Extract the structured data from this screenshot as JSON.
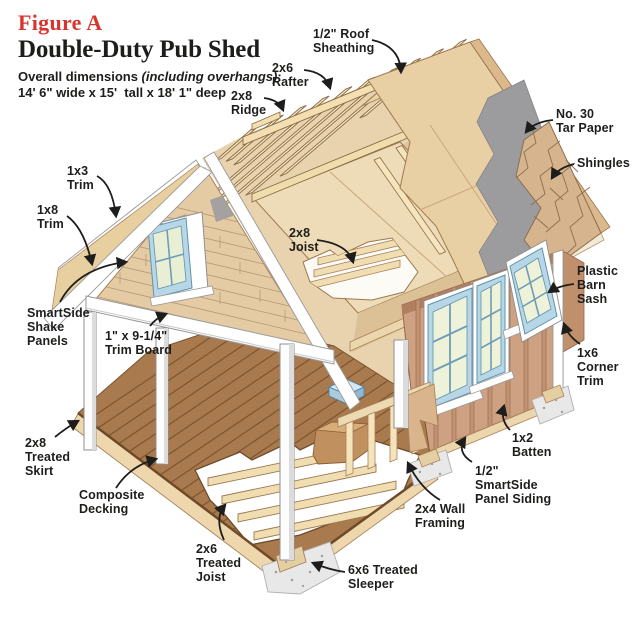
{
  "figure_label": "Figure A",
  "title": "Double-Duty Pub Shed",
  "subtitle": {
    "bold": "Overall dimensions ",
    "italic": "(including overhangs)",
    "tail": ":",
    "line2": "14' 6\" wide x 15'  tall x 18' 1\" deep"
  },
  "colors": {
    "accent_red": "#d6362e",
    "ink": "#1d1d1b",
    "wood_light": "#f7e7c2",
    "sheathing_tan": "#e9cfa4",
    "siding_tan": "#cfa183",
    "tar_paper_gray": "#9c9c9e",
    "shingle_tan": "#d6b58e",
    "deck_brown": "#a87a4e",
    "window_blue": "#b7d7e7",
    "trim_white": "#ffffff"
  },
  "labels": {
    "roof_sheathing": {
      "text": "1/2\" Roof\nSheathing"
    },
    "rafter": {
      "text": "2x6\nRafter"
    },
    "ridge": {
      "text": "2x8\nRidge"
    },
    "tar_paper": {
      "text": "No. 30\nTar Paper"
    },
    "shingles": {
      "text": "Shingles"
    },
    "trim_1x3": {
      "text": "1x3\nTrim"
    },
    "trim_1x8": {
      "text": "1x8\nTrim"
    },
    "joist_2x8": {
      "text": "2x8\nJoist"
    },
    "barn_sash": {
      "text": "Plastic\nBarn\nSash"
    },
    "shake_panels": {
      "text": "SmartSide\nShake\nPanels"
    },
    "trim_board": {
      "text": "1\" x 9-1/4\"\nTrim Board"
    },
    "corner_trim": {
      "text": "1x6\nCorner\nTrim"
    },
    "treated_skirt": {
      "text": "2x8\nTreated\nSkirt"
    },
    "batten": {
      "text": "1x2\nBatten"
    },
    "panel_siding": {
      "text": "1/2\"\nSmartSide\nPanel Siding"
    },
    "composite_decking": {
      "text": "Composite\nDecking"
    },
    "wall_framing": {
      "text": "2x4 Wall\nFraming"
    },
    "treated_joist": {
      "text": "2x6\nTreated\nJoist"
    },
    "sleeper": {
      "text": "6x6 Treated\nSleeper"
    }
  }
}
